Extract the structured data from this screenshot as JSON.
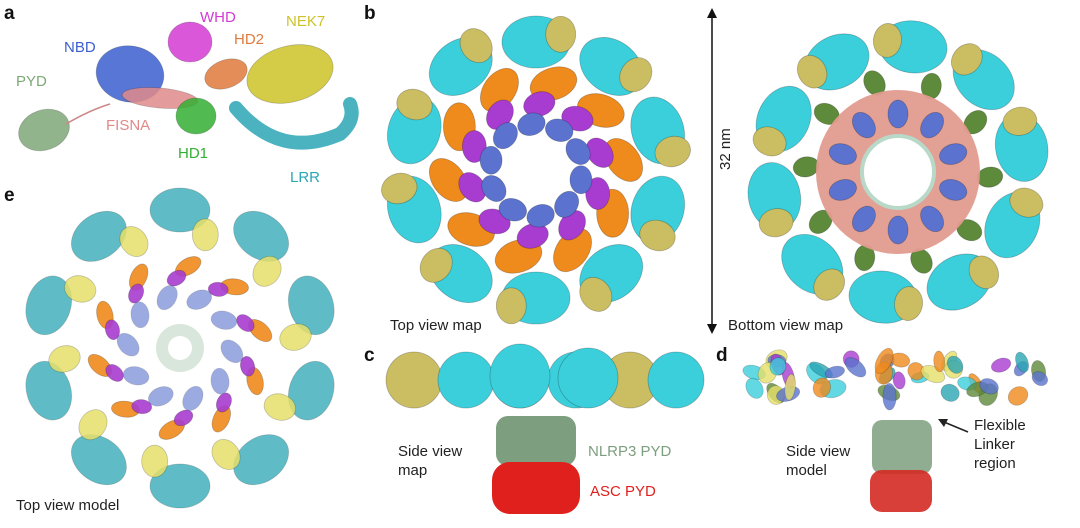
{
  "panels": {
    "a": "a",
    "b": "b",
    "c": "c",
    "d": "d",
    "e": "e"
  },
  "panel_a": {
    "domains": [
      {
        "key": "pyd",
        "label": "PYD",
        "color": "#7ea878"
      },
      {
        "key": "nbd",
        "label": "NBD",
        "color": "#3c5fd0"
      },
      {
        "key": "whd",
        "label": "WHD",
        "color": "#d43ad4"
      },
      {
        "key": "hd2",
        "label": "HD2",
        "color": "#e07a3c"
      },
      {
        "key": "nek7",
        "label": "NEK7",
        "color": "#cdc228"
      },
      {
        "key": "fisna",
        "label": "FISNA",
        "color": "#e08a8a"
      },
      {
        "key": "hd1",
        "label": "HD1",
        "color": "#33b033"
      },
      {
        "key": "lrr",
        "label": "LRR",
        "color": "#2aa6b4"
      }
    ]
  },
  "panel_b": {
    "top_caption": "Top view map",
    "bottom_caption": "Bottom view map",
    "scale_label": "32 nm"
  },
  "panel_c": {
    "caption_line1": "Side view",
    "caption_line2": "map",
    "nlrp3_label": "NLRP3 PYD",
    "asc_label": "ASC PYD",
    "nlrp3_color": "#7d9f7f",
    "asc_color": "#e0201c"
  },
  "panel_d": {
    "caption_line1": "Side view",
    "caption_line2": "model",
    "linker_line1": "Flexible",
    "linker_line2": "Linker",
    "linker_line3": "region"
  },
  "panel_e": {
    "caption": "Top view model"
  },
  "colors": {
    "cyan": "#3bcfdc",
    "tan": "#cbbd62",
    "orange": "#ef8a1c",
    "magenta": "#a83cd0",
    "blue": "#5b73cf",
    "pink": "#e29b8e",
    "green": "#5e8a3c",
    "teal": "#2aa6b4",
    "yellow": "#e6e06a"
  }
}
